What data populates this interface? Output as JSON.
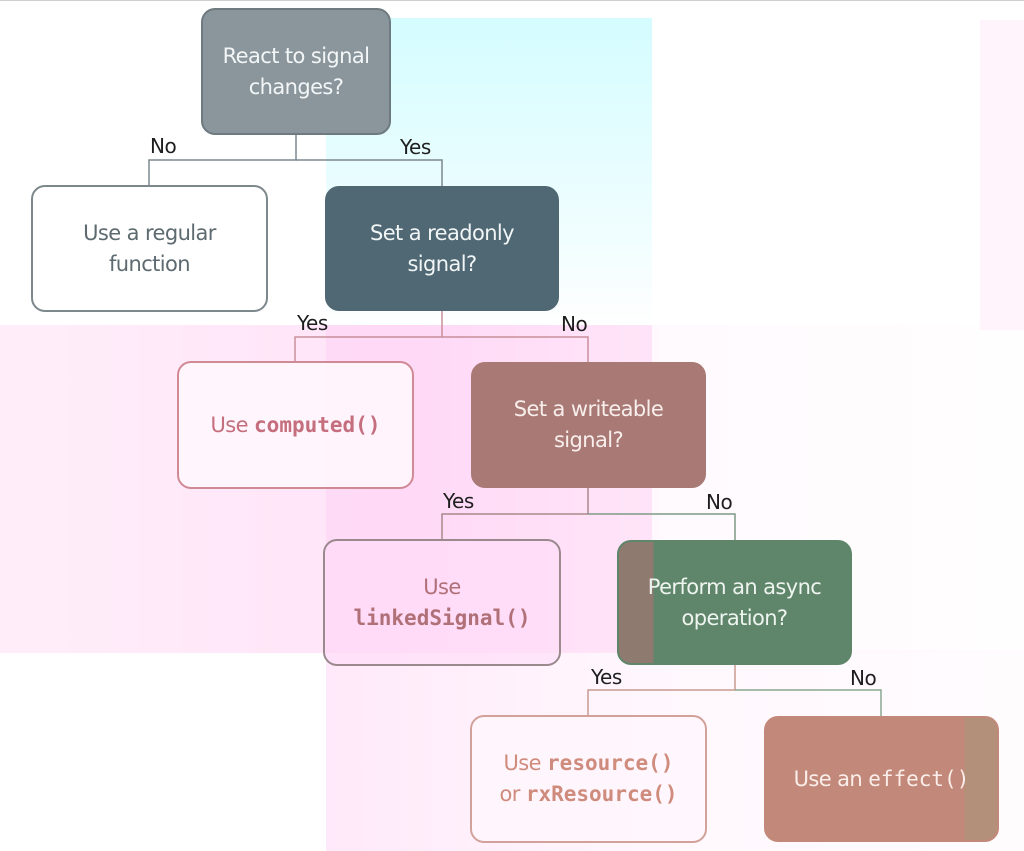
{
  "diagram": {
    "title": "Angular signals decision tree",
    "nodes": {
      "q1": {
        "type": "question",
        "text_line1": "React to signal",
        "text_line2": "changes?"
      },
      "r1": {
        "type": "result",
        "text_line1": "Use a regular",
        "text_line2": "function"
      },
      "q2": {
        "type": "question",
        "text_line1": "Set a readonly",
        "text_line2": "signal?"
      },
      "r2": {
        "type": "result",
        "prefix": "Use ",
        "code": "computed()"
      },
      "q3": {
        "type": "question",
        "text_line1": "Set a writeable",
        "text_line2": "signal?"
      },
      "r3": {
        "type": "result",
        "prefix": "Use",
        "code": "linkedSignal()"
      },
      "q4": {
        "type": "question",
        "text_line1": "Perform an async",
        "text_line2": "operation?"
      },
      "r4": {
        "type": "result",
        "prefix": "Use ",
        "code": "resource()",
        "prefix2": "or ",
        "code2": "rxResource()"
      },
      "r5": {
        "type": "result",
        "prefix": "Use an ",
        "code": "effect()"
      }
    },
    "edges": [
      {
        "from": "q1",
        "to": "r1",
        "label": "No"
      },
      {
        "from": "q1",
        "to": "q2",
        "label": "Yes"
      },
      {
        "from": "q2",
        "to": "r2",
        "label": "Yes"
      },
      {
        "from": "q2",
        "to": "q3",
        "label": "No"
      },
      {
        "from": "q3",
        "to": "r3",
        "label": "Yes"
      },
      {
        "from": "q3",
        "to": "q4",
        "label": "No"
      },
      {
        "from": "q4",
        "to": "r4",
        "label": "Yes"
      },
      {
        "from": "q4",
        "to": "r5",
        "label": "No"
      }
    ],
    "colors": {
      "q1": "#8a969c",
      "q2": "#506873",
      "q3": "#a97a75",
      "q4": "#5f866a",
      "r5": "#c2897a",
      "result_text_pink": "#c46e7e",
      "result_text_gray": "#5d6a70"
    }
  }
}
